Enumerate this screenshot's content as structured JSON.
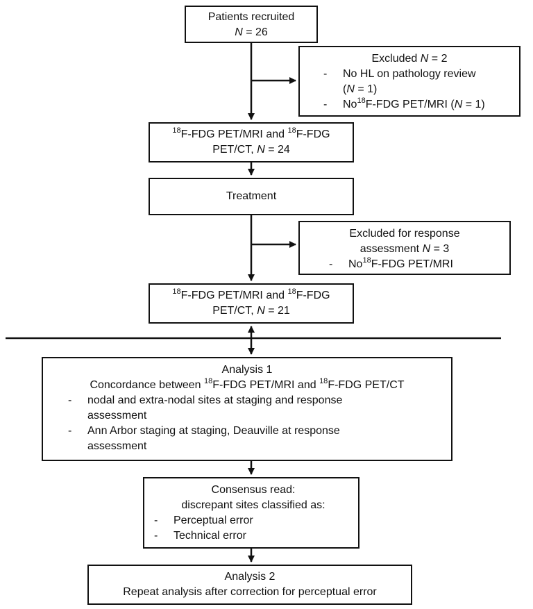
{
  "recruited": {
    "title": "Patients recruited",
    "n_label": "N",
    "n_value": "= 26"
  },
  "excluded1": {
    "title": "Excluded",
    "n_label": "N",
    "n_value": "= 2",
    "bullet": "-",
    "item1_line1": "No HL on pathology review",
    "item1_line2_open": "(",
    "item1_n": "N",
    "item1_line2_close": " = 1)",
    "item2_pre": "No",
    "item2_sup": "18",
    "item2_mid": "F-FDG PET/MRI (",
    "item2_n": "N",
    "item2_post": " = 1)"
  },
  "baseline": {
    "sup": "18",
    "t1": "F-FDG PET/MRI and ",
    "t2": "F-FDG",
    "line2": "PET/CT,",
    "n_label": "N",
    "n_value": "= 24"
  },
  "treatment": {
    "label": "Treatment"
  },
  "excluded2": {
    "line1": "Excluded for response",
    "line2": "assessment",
    "n_label": "N",
    "n_value": "= 3",
    "bullet": "-",
    "item_pre": "No",
    "item_sup": "18",
    "item_post": "F-FDG PET/MRI"
  },
  "response": {
    "sup": "18",
    "t1": "F-FDG PET/MRI and ",
    "t2": "F-FDG",
    "line2": "PET/CT,",
    "n_label": "N",
    "n_value": "= 21"
  },
  "analysis1": {
    "title": "Analysis 1",
    "concord_pre": "Concordance between ",
    "sup": "18",
    "concord_mid": "F-FDG PET/MRI and ",
    "concord_end": "F-FDG PET/CT",
    "bullet": "-",
    "item1_line1": "nodal and extra-nodal sites at staging and response",
    "item1_line2": "assessment",
    "item2_line1": "Ann Arbor staging at staging, Deauville at response",
    "item2_line2": "assessment"
  },
  "consensus": {
    "title": "Consensus read:",
    "subtitle": "discrepant sites classified as:",
    "bullet": "-",
    "item1": "Perceptual error",
    "item2": "Technical error"
  },
  "analysis2": {
    "title": "Analysis 2",
    "line2": "Repeat analysis after correction for perceptual error"
  }
}
